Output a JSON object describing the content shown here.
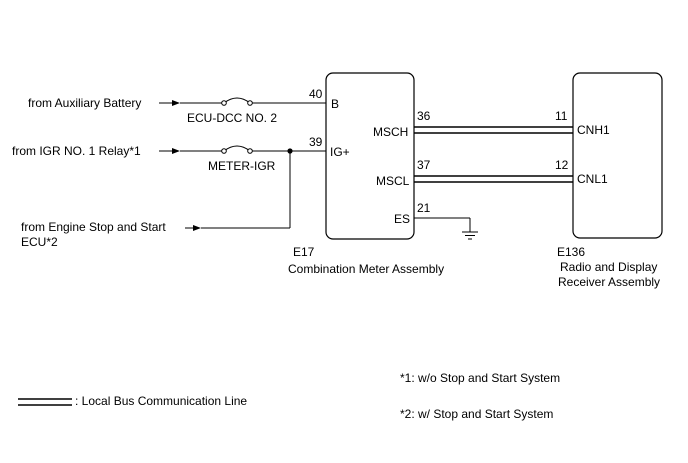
{
  "sources": {
    "aux_battery": "from Auxiliary Battery",
    "igr_relay": "from IGR NO. 1 Relay*1",
    "engine_ecu_line1": "from Engine Stop and Start",
    "engine_ecu_line2": "ECU*2"
  },
  "fuses": {
    "ecu_dcc": "ECU-DCC NO. 2",
    "meter_igr": "METER-IGR"
  },
  "meter": {
    "code": "E17",
    "name": "Combination Meter Assembly",
    "pins": {
      "b": {
        "num": "40",
        "label": "B"
      },
      "ig": {
        "num": "39",
        "label": "IG+"
      },
      "msch": {
        "num": "36",
        "label": "MSCH"
      },
      "mscl": {
        "num": "37",
        "label": "MSCL"
      },
      "es": {
        "num": "21",
        "label": "ES"
      }
    }
  },
  "radio": {
    "code": "E136",
    "name_line1": "Radio and Display",
    "name_line2": "Receiver Assembly",
    "pins": {
      "cnh1": {
        "num": "11",
        "label": "CNH1"
      },
      "cnl1": {
        "num": "12",
        "label": "CNL1"
      }
    }
  },
  "legend": {
    "bus_line": ": Local Bus Communication Line"
  },
  "notes": {
    "note1": "*1: w/o Stop and Start System",
    "note2": "*2: w/ Stop and Start System"
  }
}
